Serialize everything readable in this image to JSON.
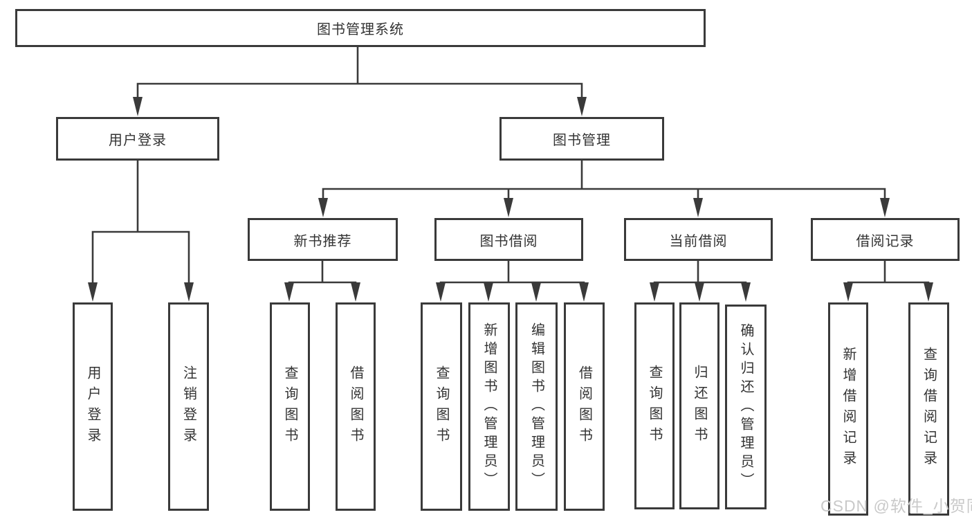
{
  "diagram": {
    "title": "图书管理系统",
    "level2": {
      "user_login": "用户登录",
      "book_mgmt": "图书管理"
    },
    "level3": {
      "new_books": "新书推荐",
      "book_borrow": "图书借阅",
      "current_borrow": "当前借阅",
      "borrow_records": "借阅记录"
    },
    "leaves": {
      "user_login": [
        "用户登录",
        "注销登录"
      ],
      "new_books": [
        "查询图书",
        "借阅图书"
      ],
      "book_borrow": [
        "查询图书",
        "新增图书（管理员）",
        "编辑图书（管理员）",
        "借阅图书"
      ],
      "current_borrow": [
        "查询图书",
        "归还图书",
        "确认归还（管理员）"
      ],
      "borrow_records": [
        "新增借阅记录",
        "查询借阅记录"
      ]
    }
  },
  "watermark": "CSDN @软件_小贺同学",
  "colors": {
    "line": "#3a3a3a",
    "text": "#333333",
    "watermark": "#c9c9c9",
    "background": "#ffffff"
  }
}
